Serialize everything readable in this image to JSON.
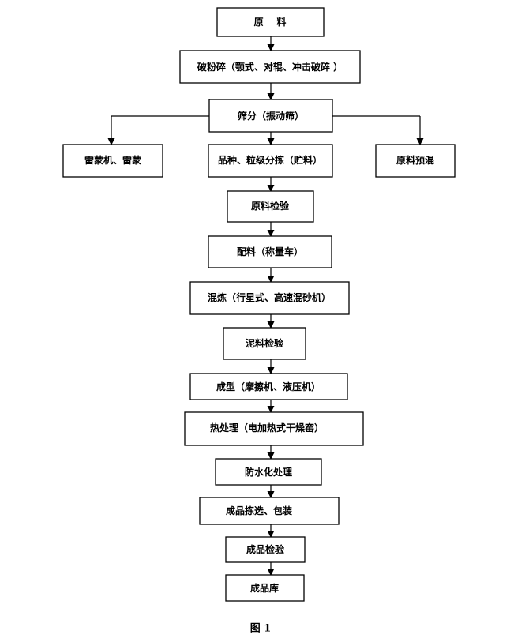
{
  "nodes": {
    "raw_material": "原    料",
    "crushing": "破粉碎（颚式、对辊、冲击破碎 ）",
    "screening": "筛分（振动筛）",
    "grinder": "雷蒙机、雷蒙",
    "classification": "品种、粒级分拣（贮料）",
    "raw_premix": "原料预混",
    "raw_inspection": "原料检验",
    "batching": "配料（称量车）",
    "mixing": "混炼（行星式、高速混砂机）",
    "clay_inspection": "泥料检验",
    "forming": "成型（摩擦机、液压机）",
    "heat_treatment": "热处理（电加热式干燥窑）",
    "waterproof": "防水化处理",
    "sorting_packing": "成品拣选、包装",
    "product_inspection": "成品检验",
    "warehouse": "成品库"
  },
  "caption": "图 1"
}
